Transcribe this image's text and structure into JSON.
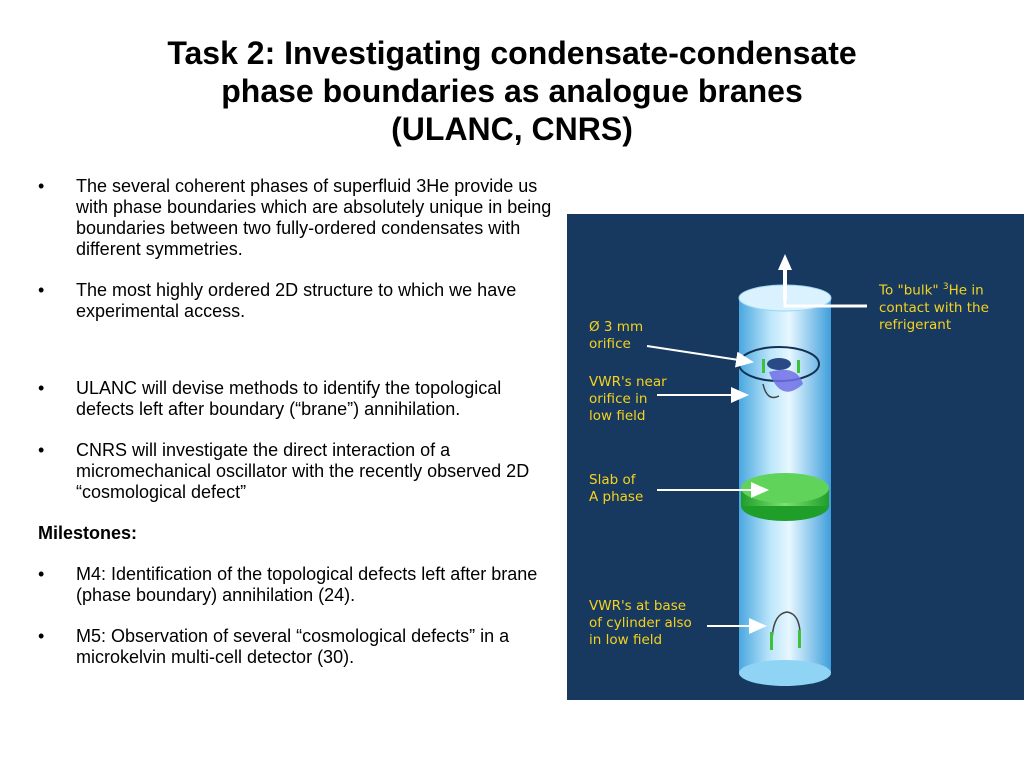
{
  "title": {
    "line1": "Task 2: Investigating condensate-condensate",
    "line2": "phase boundaries as analogue branes",
    "line3": "(ULANC, CNRS)"
  },
  "bullet_marker": "•",
  "bullets": [
    "The several coherent phases of superfluid 3He provide us with phase boundaries which are absolutely unique in being boundaries between two fully-ordered condensates with different symmetries.",
    "The most highly ordered 2D structure to which we have experimental access.",
    "ULANC will devise methods to identify the topological defects left after boundary (“brane”) annihilation.",
    "CNRS will investigate the direct interaction of a micromechanical oscillator with the recently observed 2D “cosmological defect”"
  ],
  "milestones_heading": "Milestones:",
  "milestones": [
    "M4:  Identification of the topological defects left after brane (phase boundary) annihilation (24).",
    "M5: Observation of several “cosmological defects” in a microkelvin multi-cell detector (30)."
  ],
  "figure": {
    "label_bulk": {
      "line1": "To \"bulk\" ",
      "sup": "3",
      "line1_rest": "He in",
      "line2": "contact with the",
      "line3": "refrigerant"
    },
    "label_orifice": {
      "line1": "Ø 3 mm",
      "line2": "orifice"
    },
    "label_vwr_near": {
      "line1": "VWR's near",
      "line2": "orifice in",
      "line3": "low field"
    },
    "label_slab": {
      "line1": "Slab of",
      "line2": "A phase"
    },
    "label_vwr_base": {
      "line1": "VWR's at base",
      "line2": "of cylinder also",
      "line3": "in low field"
    },
    "colors": {
      "background": "#17395f",
      "label": "#f6d21f",
      "cylinder": "#7fcaf0",
      "slab": "#35c23a"
    }
  }
}
